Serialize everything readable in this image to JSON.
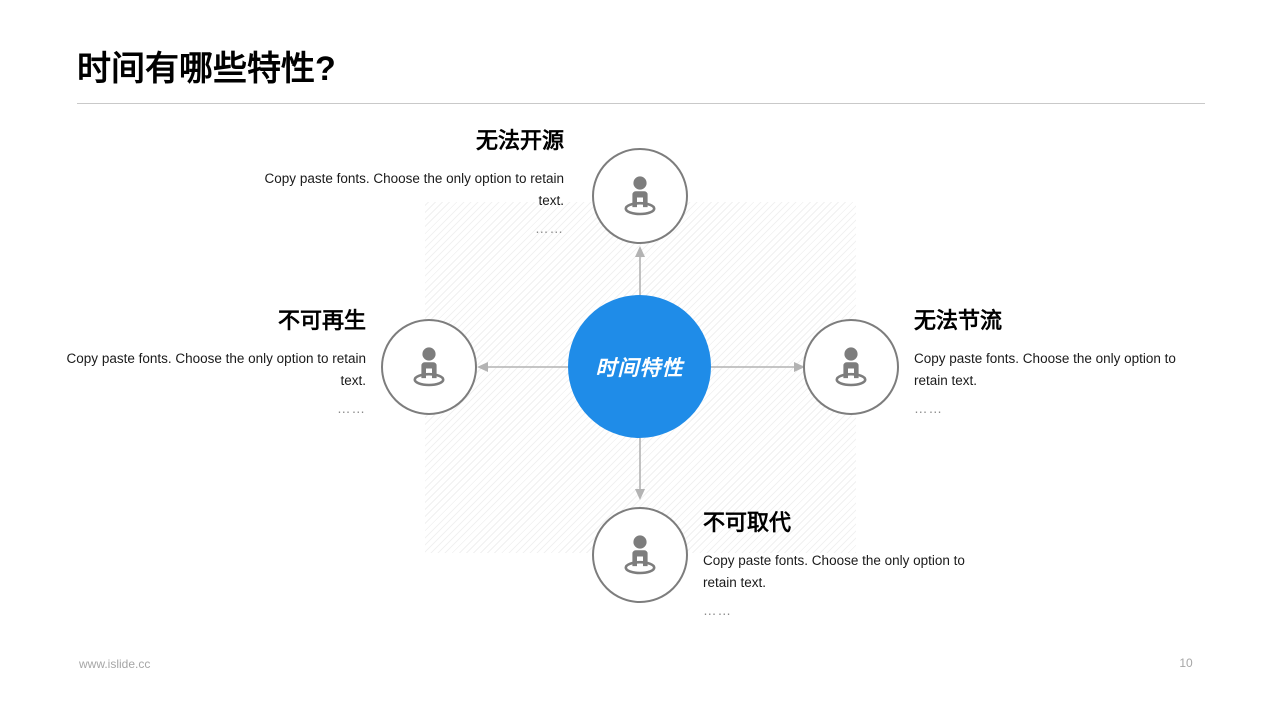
{
  "slide": {
    "title": "时间有哪些特性?",
    "center": {
      "label": "时间特性",
      "color": "#1f8ce8"
    },
    "icon_name": "person-location-icon",
    "icon_color": "#7d7d7d",
    "ring_color": "#7d7d7d",
    "connector_color": "#b3b3b3",
    "items": [
      {
        "position": "top",
        "heading": "无法开源",
        "body": "Copy paste fonts. Choose the only option to retain text.",
        "dots": "……"
      },
      {
        "position": "left",
        "heading": "不可再生",
        "body": "Copy paste fonts. Choose the only option to retain text.",
        "dots": "……"
      },
      {
        "position": "right",
        "heading": "无法节流",
        "body": "Copy paste fonts. Choose the only option to retain text.",
        "dots": "……"
      },
      {
        "position": "bottom",
        "heading": "不可取代",
        "body": "Copy paste fonts. Choose the only option to retain text.",
        "dots": "……"
      }
    ],
    "footer": {
      "url": "www.islide.cc",
      "page_number": "10"
    }
  }
}
